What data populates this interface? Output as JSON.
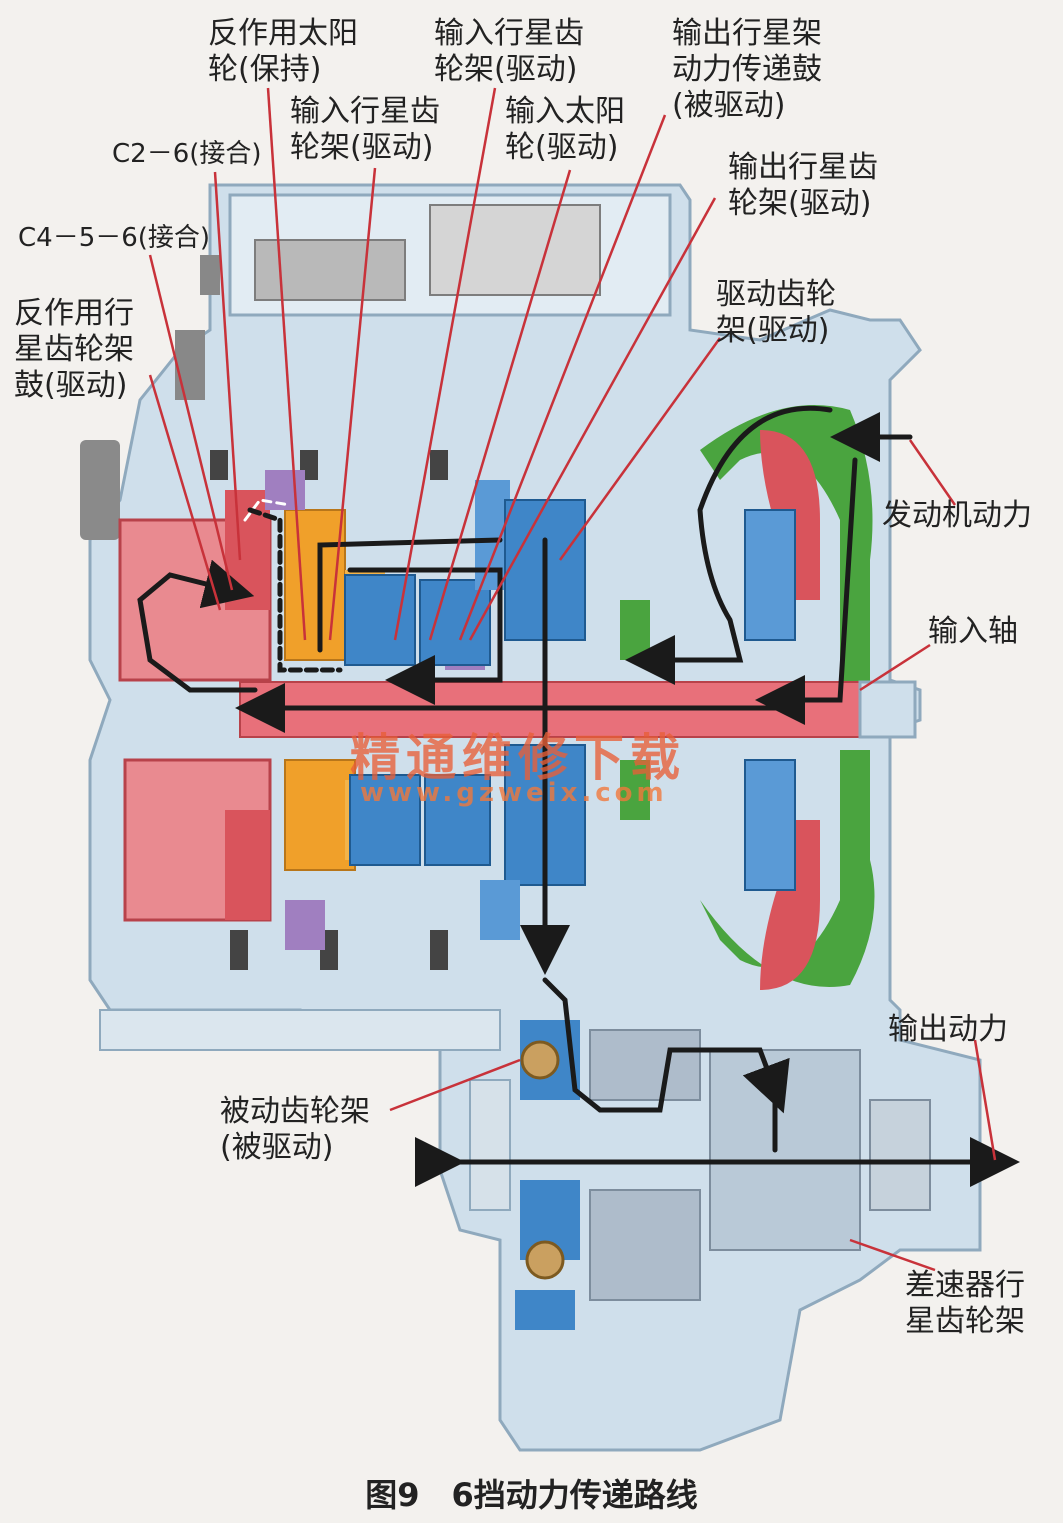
{
  "labels": {
    "reaction_sun_gear": "反作用太阳\n轮(保持)",
    "input_carrier_top": "输入行星齿\n轮架(驱动)",
    "output_carrier_drum": "输出行星架\n动力传递鼓\n(被驱动)",
    "input_carrier_mid": "输入行星齿\n轮架(驱动)",
    "input_sun_gear": "输入太阳\n轮(驱动)",
    "c26": "C2－6(接合)",
    "output_carrier": "输出行星齿\n轮架(驱动)",
    "c456": "C4－5－6(接合)",
    "reaction_carrier_drum": "反作用行\n星齿轮架\n鼓(驱动)",
    "drive_sprocket": "驱动齿轮\n架(驱动)",
    "engine_power": "发动机动力",
    "input_shaft": "输入轴",
    "output_power": "输出动力",
    "driven_sprocket": "被动齿轮架\n(被驱动)",
    "diff_carrier": "差速器行\n星齿轮架"
  },
  "watermark": {
    "text": "精通维修下载",
    "url": "www.gzweix.com"
  },
  "caption": "图9　6挡动力传递路线",
  "colors": {
    "housing": "#c9dbe8",
    "outline": "#9fb6c8",
    "clutch_red": "#d9545c",
    "shaft_pink": "#e8707a",
    "gear_blue": "#3f86c8",
    "carrier_orange": "#f0a02a",
    "converter_green": "#4aa43f",
    "purple": "#a07fc0",
    "power_path": "#1a1a1a",
    "leader_line": "#c8323a"
  }
}
